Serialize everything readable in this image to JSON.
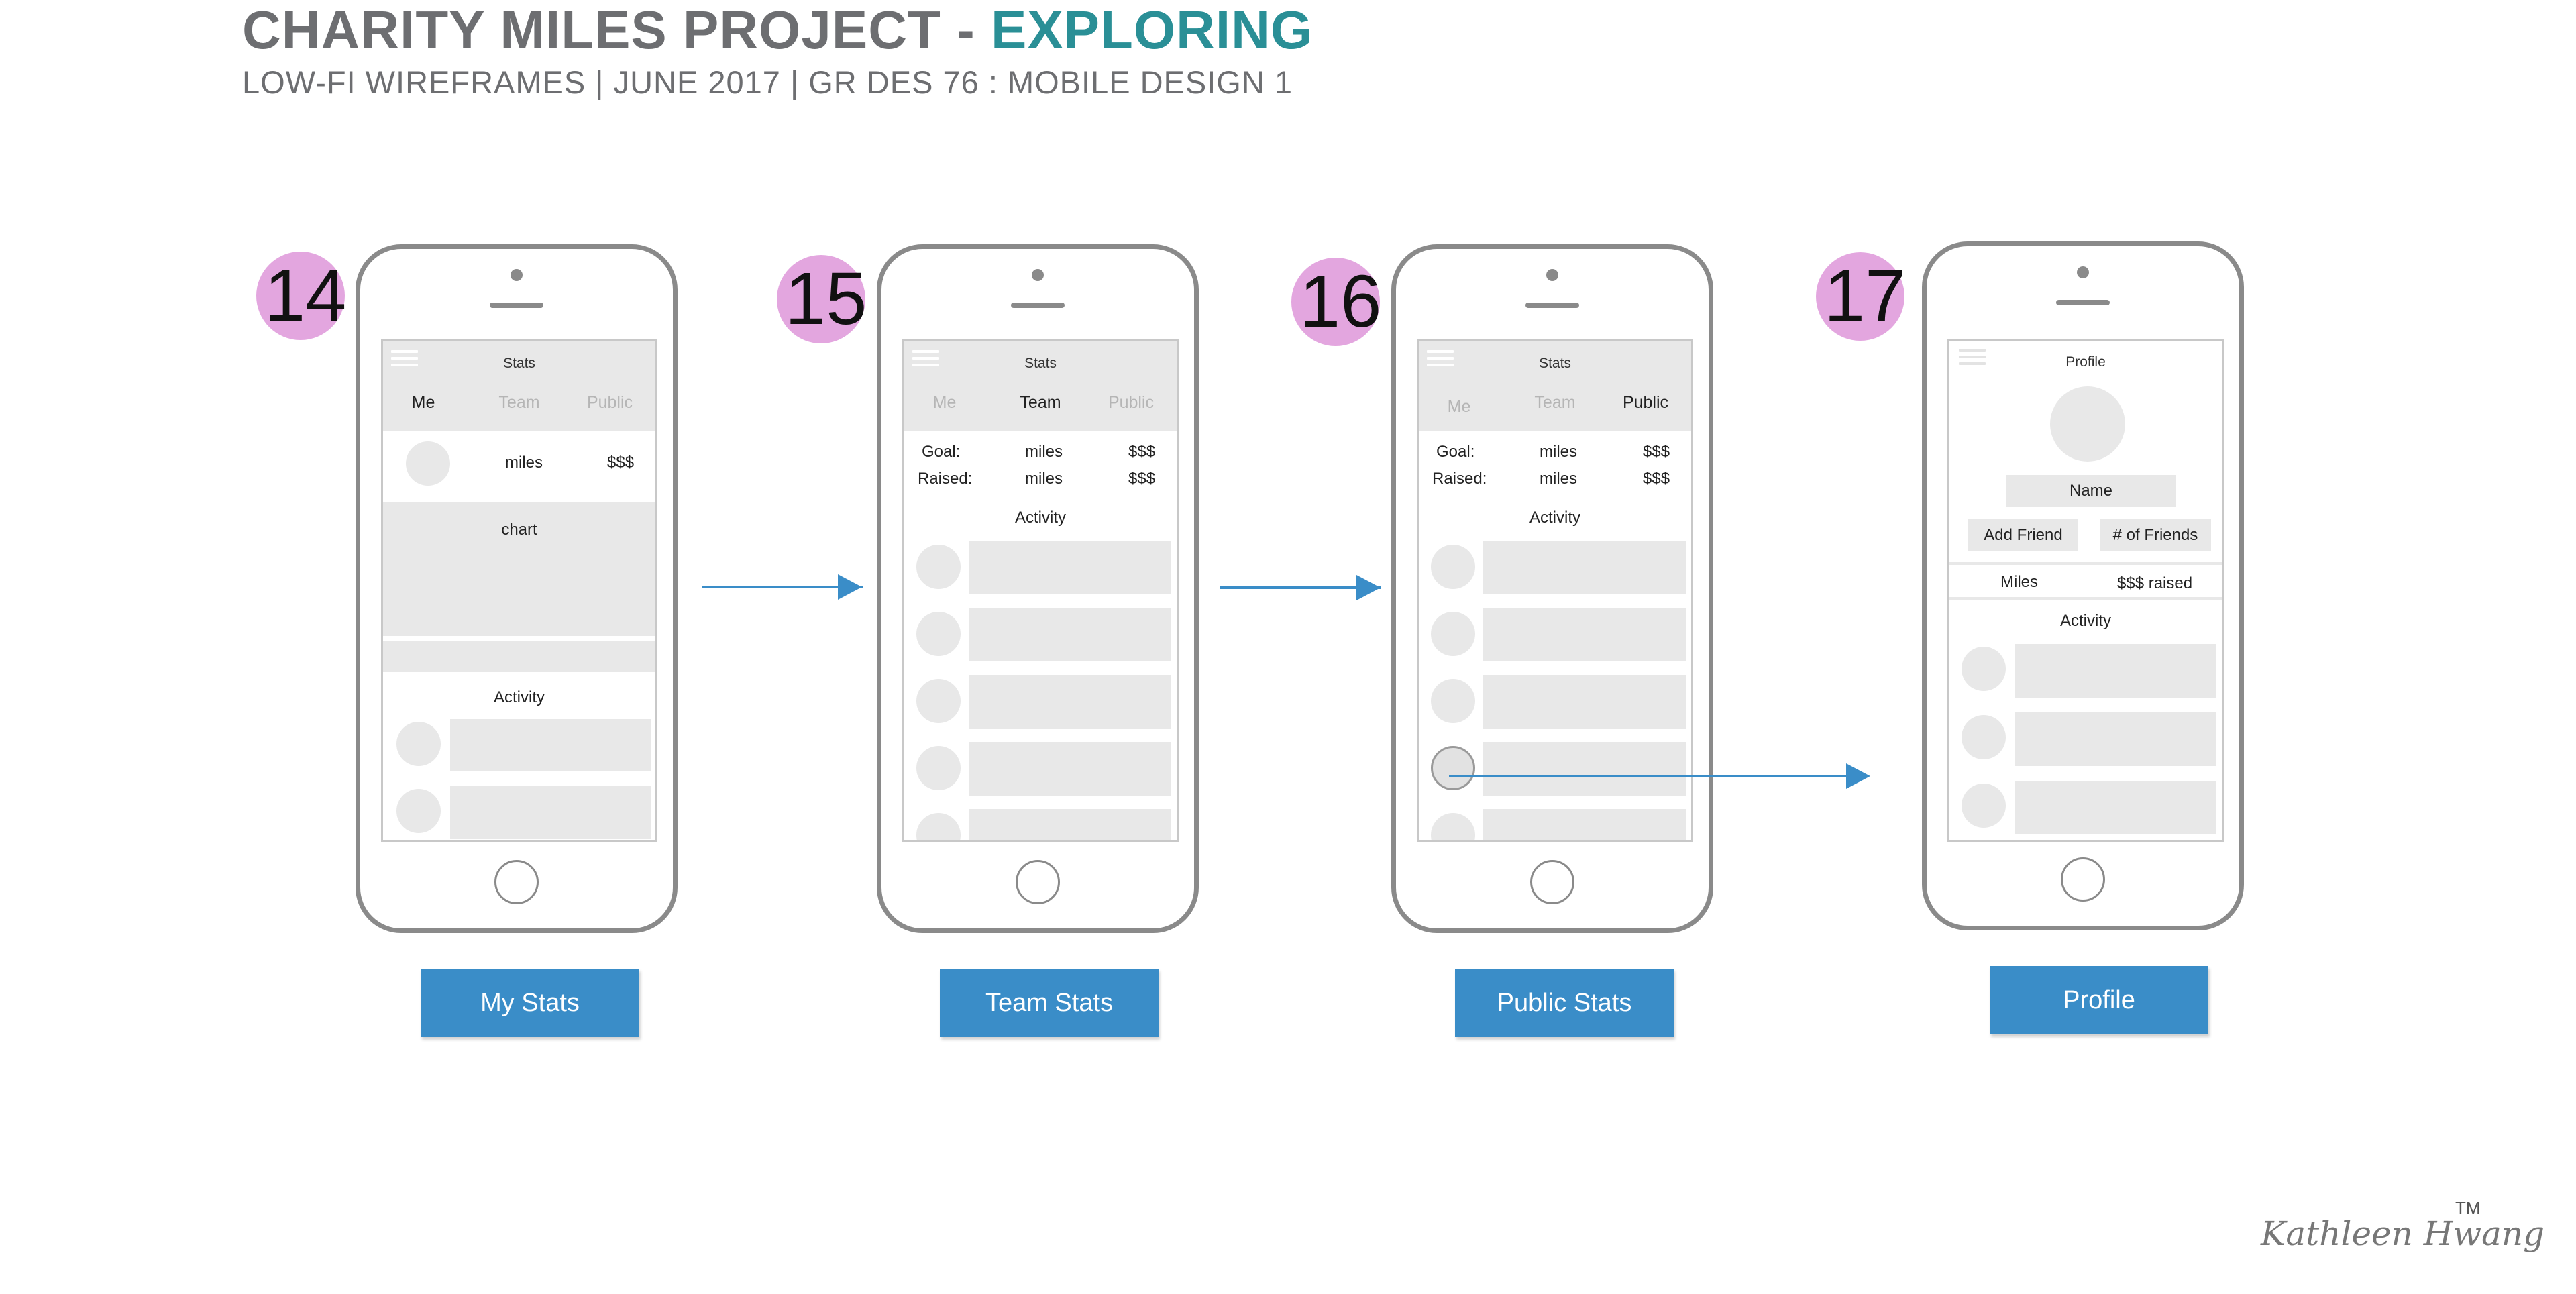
{
  "header": {
    "title_prefix": "CHARITY MILES PROJECT - ",
    "title_accent": "EXPLORING",
    "subtitle": "LOW-FI WIREFRAMES | JUNE 2017 | GR DES 76 : MOBILE DESIGN 1"
  },
  "screens": [
    {
      "number": "14",
      "title": "Stats",
      "tabs": [
        "Me",
        "Team",
        "Public"
      ],
      "summary": {
        "miles": "miles",
        "money": "$$$"
      },
      "chart_label": "chart",
      "activity_label": "Activity",
      "label": "My Stats"
    },
    {
      "number": "15",
      "title": "Stats",
      "tabs": [
        "Me",
        "Team",
        "Public"
      ],
      "goal_label": "Goal:",
      "raised_label": "Raised:",
      "miles": "miles",
      "money": "$$$",
      "activity_label": "Activity",
      "label": "Team Stats"
    },
    {
      "number": "16",
      "title": "Stats",
      "tabs": [
        "Me",
        "Team",
        "Public"
      ],
      "goal_label": "Goal:",
      "raised_label": "Raised:",
      "miles": "miles",
      "money": "$$$",
      "activity_label": "Activity",
      "label": "Public Stats"
    },
    {
      "number": "17",
      "title": "Profile",
      "name_label": "Name",
      "add_friend": "Add Friend",
      "friends_count": "# of Friends",
      "miles_label": "Miles",
      "raised_label": "$$$ raised",
      "activity_label": "Activity",
      "label": "Profile"
    }
  ],
  "signature": "Kathleen Hwang",
  "trademark": "TM",
  "colors": {
    "accent_teal": "#2a8f96",
    "badge_pink": "#e3a6df",
    "arrow_blue": "#3a8dc8",
    "label_blue": "#3a8dc8",
    "placeholder_gray": "#e8e8e8",
    "phone_outline": "#8a8a8a"
  }
}
